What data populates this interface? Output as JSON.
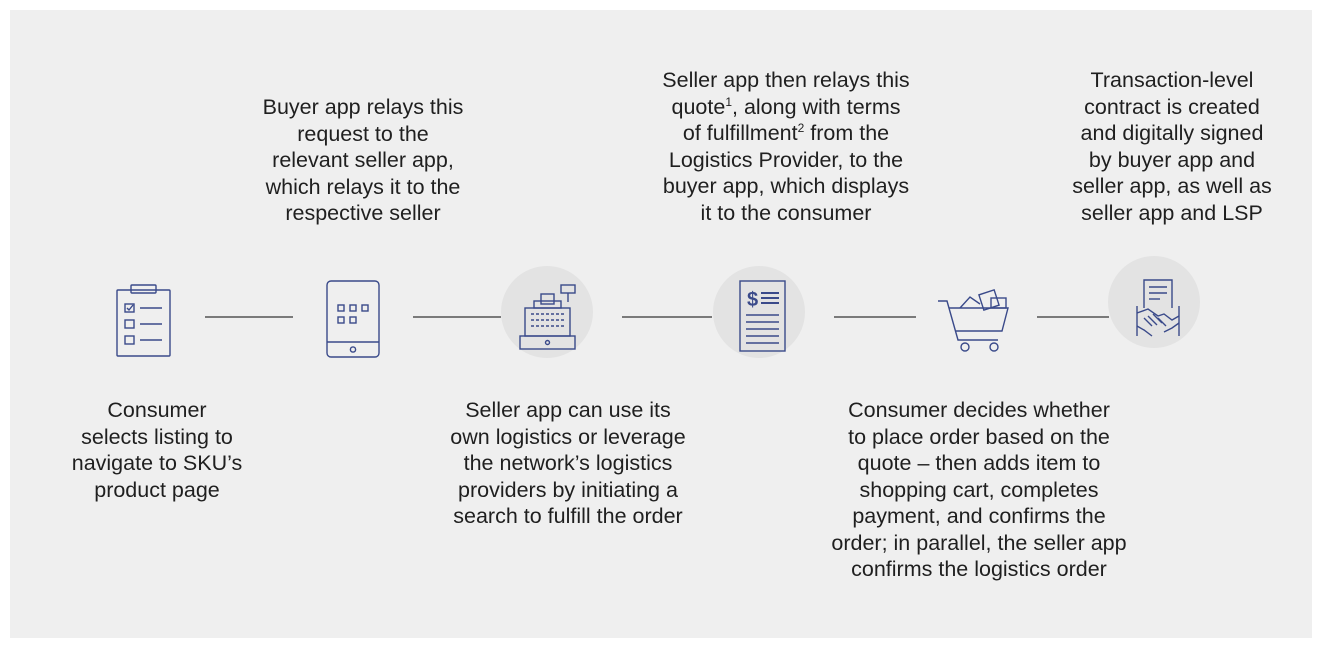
{
  "steps": {
    "s1": {
      "text": "Consumer\nselects listing to\nnavigate to SKU’s\nproduct page",
      "icon": "clipboard-checklist-icon"
    },
    "s2": {
      "text": "Buyer app relays this\nrequest to the\nrelevant seller app,\nwhich relays it to the\nrespective seller",
      "icon": "tablet-app-icon"
    },
    "s3": {
      "text": "Seller app can use its\nown logistics or leverage\nthe network’s logistics\nproviders by initiating a\nsearch to fulfill the order",
      "icon": "cash-register-icon"
    },
    "s4": {
      "text_a": "Seller app then relays this\nquote",
      "sup_a": "1",
      "text_b": ", along with terms\nof fulfillment",
      "sup_b": "2",
      "text_c": " from the\nLogistics Provider, to the\nbuyer app, which displays\nit to the consumer",
      "icon": "invoice-dollar-icon"
    },
    "s5": {
      "text": "Consumer decides whether\nto place order based on the\nquote – then adds item to\nshopping cart, completes\npayment, and confirms the\norder; in parallel, the seller app\nconfirms the logistics order",
      "icon": "shopping-cart-icon"
    },
    "s6": {
      "text": "Transaction-level\ncontract is created\nand digitally signed\nby buyer app and\nseller app, as well as\nseller app and LSP",
      "icon": "contract-handshake-icon"
    }
  },
  "colors": {
    "panel": "#efefef",
    "icon_stroke": "#3a4a8a",
    "circle": "#e3e3e3",
    "connector": "#7a7a7a"
  }
}
